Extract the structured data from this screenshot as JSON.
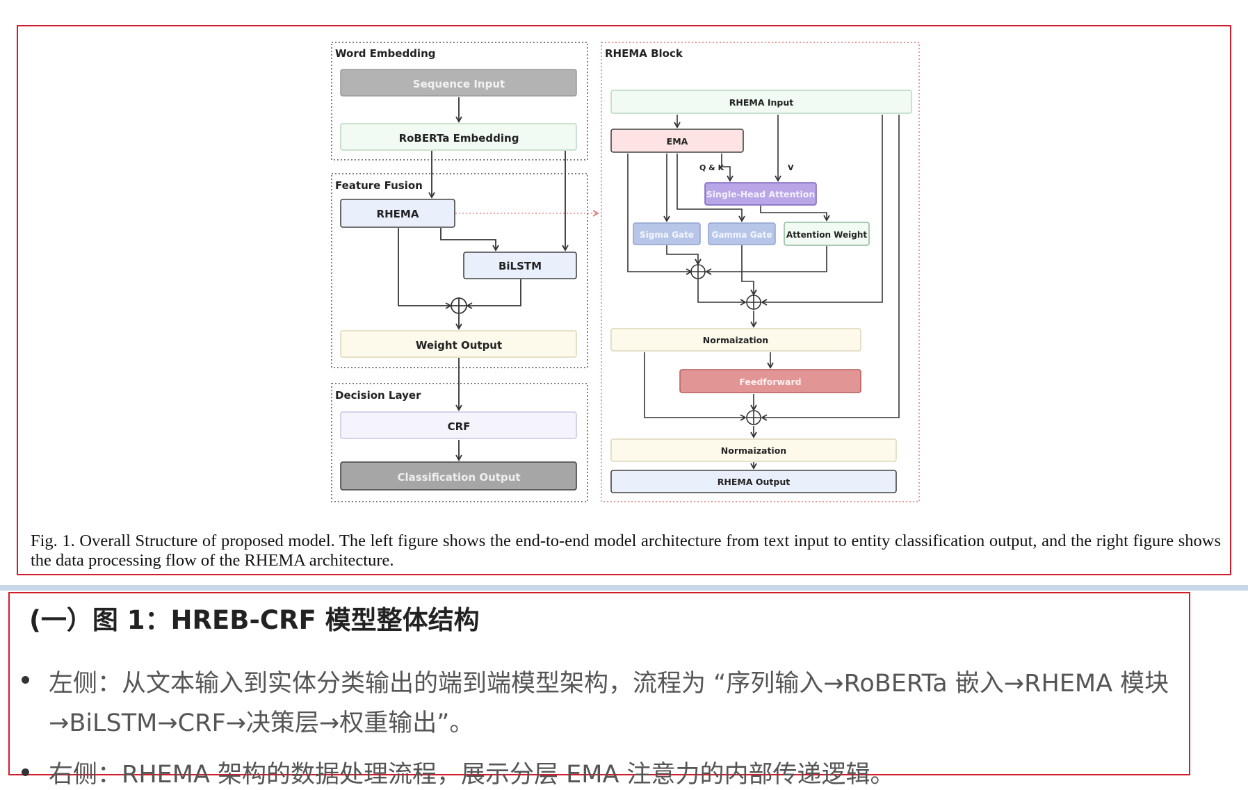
{
  "diagram": {
    "left_groups": {
      "word_embedding": "Word Embedding",
      "feature_fusion": "Feature Fusion",
      "decision_layer": "Decision Layer"
    },
    "left_nodes": {
      "sequence_input": "Sequence Input",
      "roberta_embedding": "RoBERTa Embedding",
      "rhema": "RHEMA",
      "bilstm": "BiLSTM",
      "weight_output": "Weight Output",
      "crf": "CRF",
      "classification_output": "Classification Output"
    },
    "right_group": "RHEMA Block",
    "right_nodes": {
      "rhema_input": "RHEMA Input",
      "ema": "EMA",
      "qk": "Q & K",
      "v": "V",
      "single_head_attention": "Single-Head Attention",
      "sigma_gate": "Sigma Gate",
      "gamma_gate": "Gamma Gate",
      "attention_weight": "Attention Weight",
      "normalization_1": "Normaization",
      "feedforward": "Feedforward",
      "normalization_2": "Normaization",
      "rhema_output": "RHEMA Output"
    }
  },
  "caption": "Fig. 1.  Overall Structure of proposed model. The left figure shows the end-to-end model architecture from text input to entity classification output, and the right figure shows the data processing flow of the RHEMA architecture.",
  "notes": {
    "heading": "(一）图 1：HREB-CRF 模型整体结构",
    "bullet1_line1": "左侧：从文本输入到实体分类输出的端到端模型架构，流程为 “序列输入→RoBERTa 嵌入→RHEMA 模块",
    "bullet1_line2": "→BiLSTM→CRF→决策层→权重输出”。",
    "bullet2": "右侧：RHEMA 架构的数据处理流程，展示分层 EMA 注意力的内部传递逻辑。"
  }
}
